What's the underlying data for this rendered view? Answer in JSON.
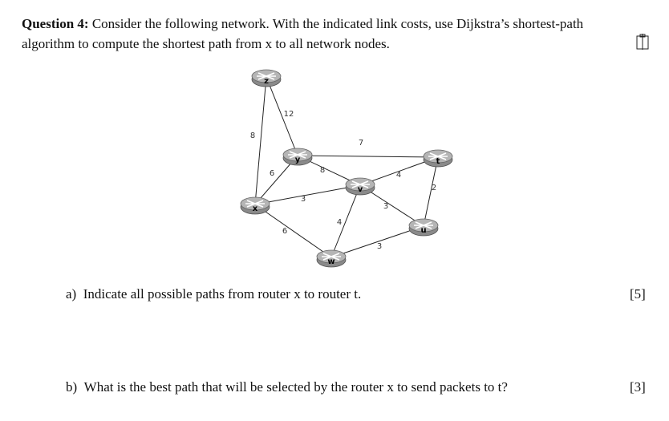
{
  "question": {
    "label": "Question 4:",
    "text": " Consider the following network. With the indicated link costs, use Dijkstra’s shortest-path algorithm to compute the shortest path from x to all network nodes."
  },
  "network": {
    "nodes": [
      "z",
      "y",
      "x",
      "v",
      "t",
      "u",
      "w"
    ],
    "links": [
      {
        "from": "z",
        "to": "y",
        "cost": "12"
      },
      {
        "from": "z",
        "to": "x",
        "cost": "8"
      },
      {
        "from": "y",
        "to": "x",
        "cost": "6"
      },
      {
        "from": "y",
        "to": "v",
        "cost": "8"
      },
      {
        "from": "y",
        "to": "t",
        "cost": "7"
      },
      {
        "from": "x",
        "to": "v",
        "cost": "3"
      },
      {
        "from": "x",
        "to": "w",
        "cost": "6"
      },
      {
        "from": "v",
        "to": "t",
        "cost": "4"
      },
      {
        "from": "v",
        "to": "u",
        "cost": "3"
      },
      {
        "from": "v",
        "to": "w",
        "cost": "4"
      },
      {
        "from": "t",
        "to": "u",
        "cost": "2"
      },
      {
        "from": "u",
        "to": "w",
        "cost": "3"
      }
    ]
  },
  "parts": {
    "a": {
      "label": "a)",
      "text": "Indicate all possible paths from router x to router t.",
      "marks": "[5]"
    },
    "b": {
      "label": "b)",
      "text": "What is the best path that will be selected by the router x to send packets to t?",
      "marks": "[3]"
    }
  }
}
